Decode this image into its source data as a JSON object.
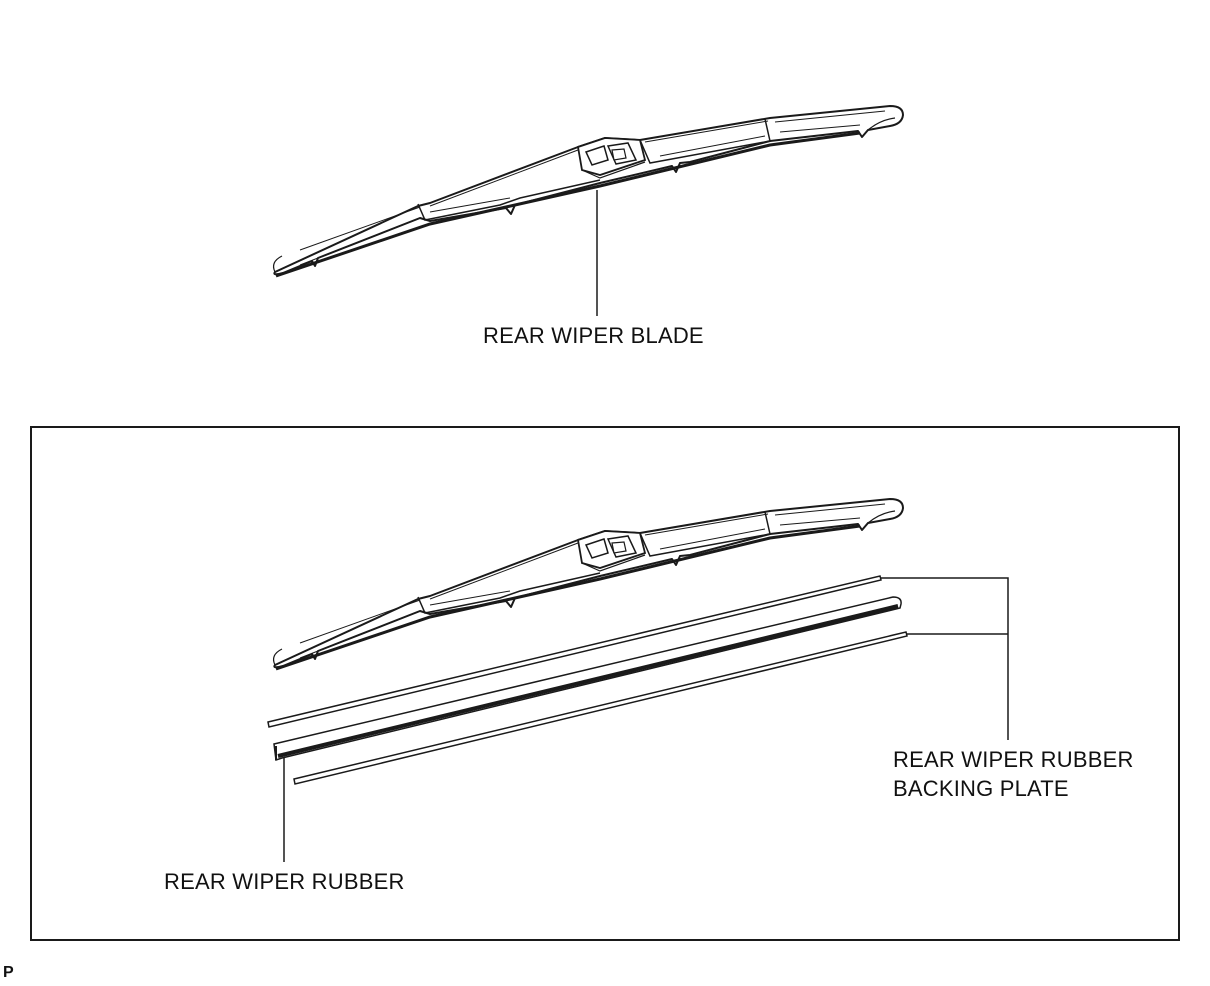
{
  "diagram": {
    "labels": {
      "rear_wiper_blade": "REAR WIPER BLADE",
      "rear_wiper_rubber": "REAR WIPER RUBBER",
      "backing_plate_line1": "REAR WIPER RUBBER",
      "backing_plate_line2": "BACKING PLATE"
    },
    "corner_mark": "P",
    "colors": {
      "line": "#1a1a1a",
      "background": "#ffffff"
    }
  }
}
